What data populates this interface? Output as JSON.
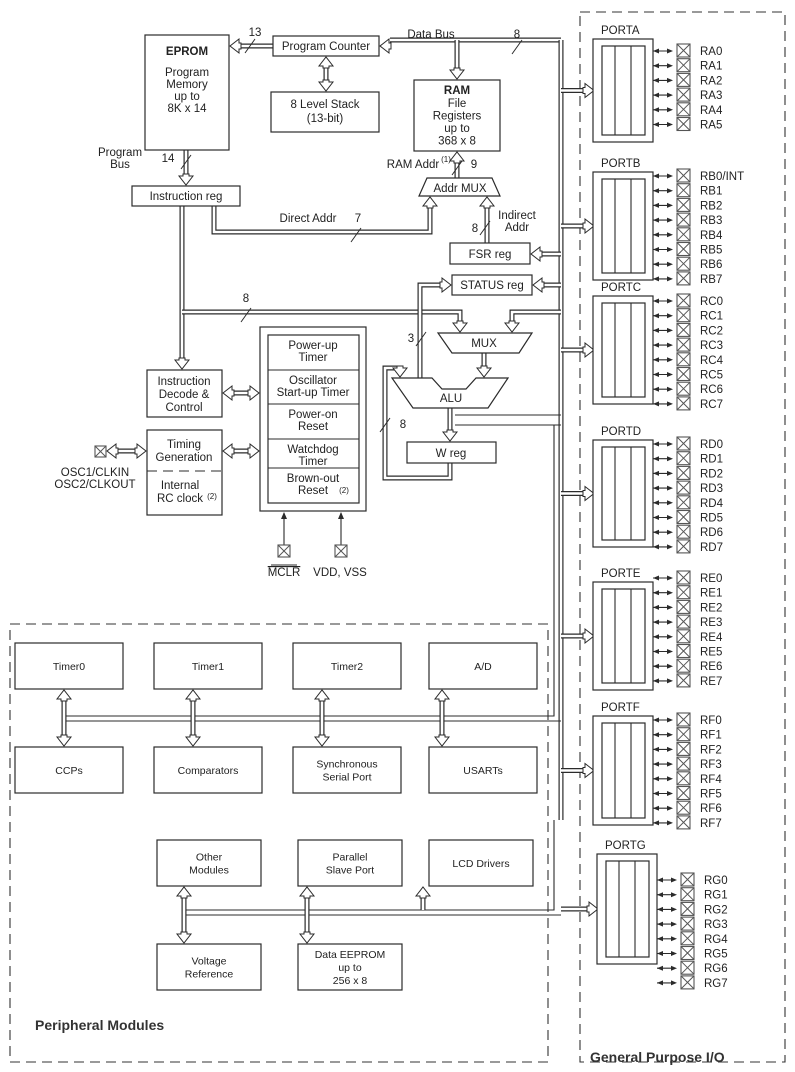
{
  "diagram": {
    "core": {
      "eprom": {
        "title": "EPROM",
        "lines": [
          "Program",
          "Memory",
          "up to",
          "8K x 14"
        ]
      },
      "program_counter": "Program Counter",
      "stack": [
        "8 Level Stack",
        "(13-bit)"
      ],
      "ram": {
        "title": "RAM",
        "lines": [
          "File",
          "Registers",
          "up to",
          "368 x 8"
        ]
      },
      "data_bus_label": "Data Bus",
      "program_bus_label": [
        "Program",
        "Bus"
      ],
      "instruction_reg": "Instruction reg",
      "direct_addr_label": "Direct Addr",
      "ram_addr_label": "RAM Addr",
      "ram_addr_note": "(1)",
      "addr_mux": "Addr MUX",
      "indirect_addr_label": [
        "Indirect",
        "Addr"
      ],
      "fsr_reg": "FSR reg",
      "status_reg": "STATUS reg",
      "mux": "MUX",
      "alu": "ALU",
      "w_reg": "W reg",
      "instruction_decode": [
        "Instruction",
        "Decode &",
        "Control"
      ],
      "timing_generation": [
        "Timing",
        "Generation"
      ],
      "internal_rc_clock": [
        "Internal",
        "RC clock"
      ],
      "internal_rc_note": "(2)",
      "osc_labels": [
        "OSC1/CLKIN",
        "OSC2/CLKOUT"
      ],
      "reset_blocks": [
        [
          "Power-up",
          "Timer"
        ],
        [
          "Oscillator",
          "Start-up Timer"
        ],
        [
          "Power-on",
          "Reset"
        ],
        [
          "Watchdog",
          "Timer"
        ],
        [
          "Brown-out",
          "Reset"
        ]
      ],
      "brownout_note": "(2)",
      "mclr_label": "MCLR",
      "vdd_vss_label": "VDD, VSS",
      "bus_widths": {
        "pc_to_eprom": "13",
        "data_bus": "8",
        "program_bus": "14",
        "direct_addr": "7",
        "ram_addr": "9",
        "indirect_addr": "8",
        "instr_to_mux": "8",
        "status_to_alu": "3",
        "w_feedback": "8"
      }
    },
    "peripherals": {
      "title": "Peripheral Modules",
      "modules": [
        [
          "Timer0"
        ],
        [
          "Timer1"
        ],
        [
          "Timer2"
        ],
        [
          "A/D"
        ],
        [
          "CCPs"
        ],
        [
          "Comparators"
        ],
        [
          "Synchronous",
          "Serial Port"
        ],
        [
          "USARTs"
        ],
        [
          "Other",
          "Modules"
        ],
        [
          "Parallel",
          "Slave Port"
        ],
        [
          "LCD Drivers"
        ],
        [
          "Voltage",
          "Reference"
        ],
        [
          "Data EEPROM",
          "up to",
          "256 x 8"
        ]
      ]
    },
    "gpio": {
      "title": "General Purpose I/O",
      "ports": [
        {
          "name": "PORTA",
          "pins": [
            "RA0",
            "RA1",
            "RA2",
            "RA3",
            "RA4",
            "RA5"
          ]
        },
        {
          "name": "PORTB",
          "pins": [
            "RB0/INT",
            "RB1",
            "RB2",
            "RB3",
            "RB4",
            "RB5",
            "RB6",
            "RB7"
          ]
        },
        {
          "name": "PORTC",
          "pins": [
            "RC0",
            "RC1",
            "RC2",
            "RC3",
            "RC4",
            "RC5",
            "RC6",
            "RC7"
          ]
        },
        {
          "name": "PORTD",
          "pins": [
            "RD0",
            "RD1",
            "RD2",
            "RD3",
            "RD4",
            "RD5",
            "RD6",
            "RD7"
          ]
        },
        {
          "name": "PORTE",
          "pins": [
            "RE0",
            "RE1",
            "RE2",
            "RE3",
            "RE4",
            "RE5",
            "RE6",
            "RE7"
          ]
        },
        {
          "name": "PORTF",
          "pins": [
            "RF0",
            "RF1",
            "RF2",
            "RF3",
            "RF4",
            "RF5",
            "RF6",
            "RF7"
          ]
        },
        {
          "name": "PORTG",
          "pins": [
            "RG0",
            "RG1",
            "RG2",
            "RG3",
            "RG4",
            "RG5",
            "RG6",
            "RG7"
          ]
        }
      ]
    }
  }
}
